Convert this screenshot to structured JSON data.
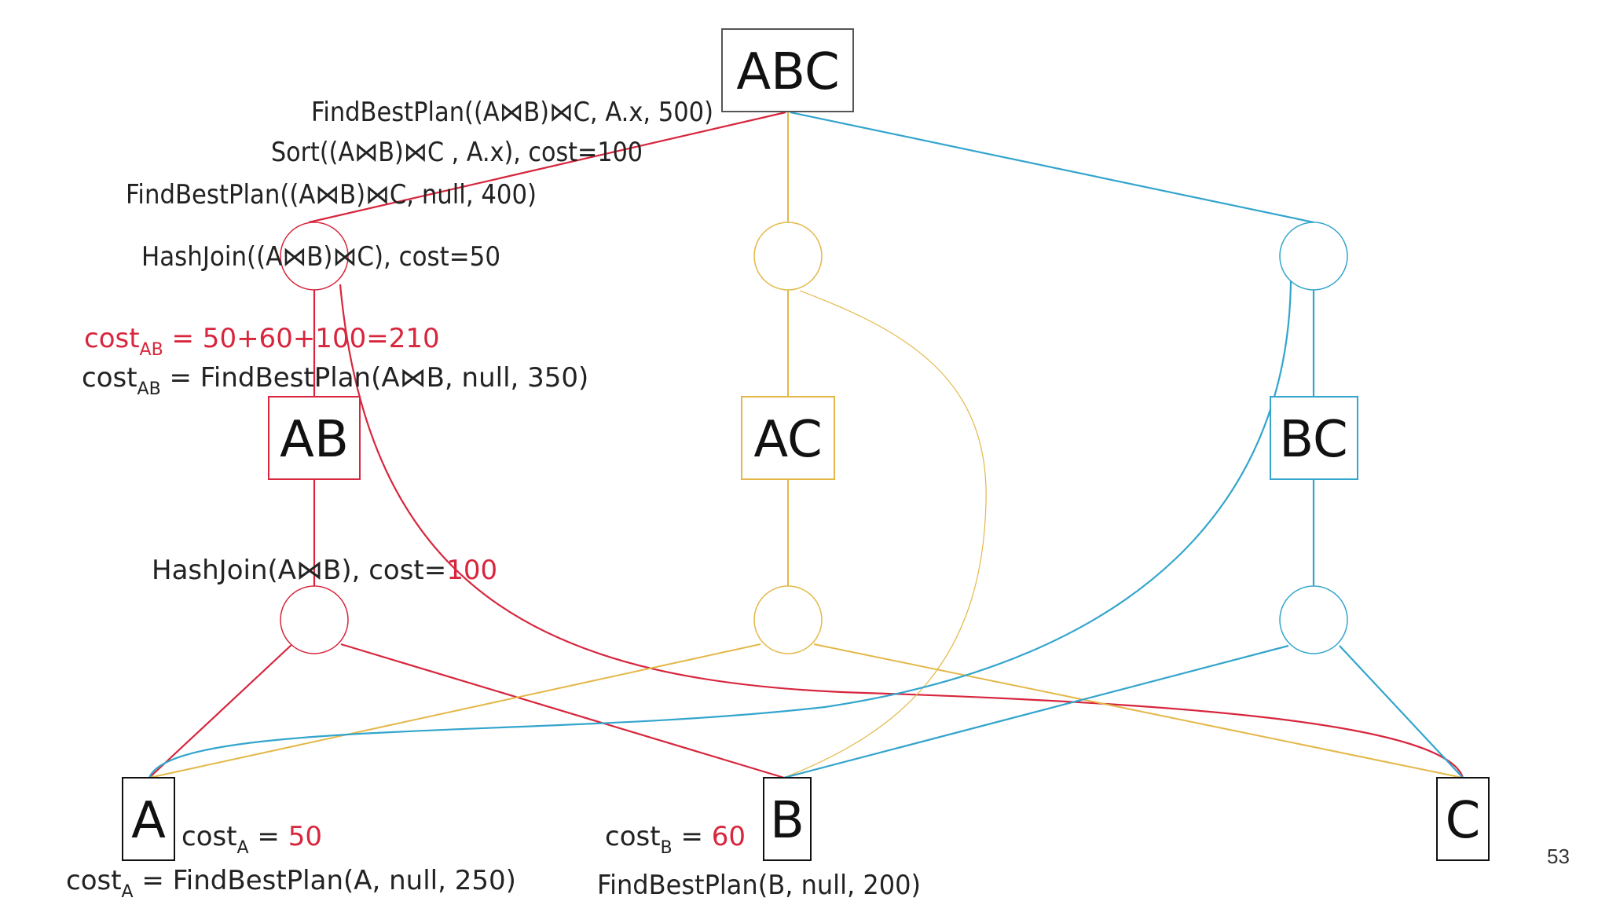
{
  "colors": {
    "red": "#d7263d",
    "yellow": "#e3b848",
    "blue": "#33a5cc",
    "text": "#222222"
  },
  "nodes": {
    "abc": "ABC",
    "ab": "AB",
    "ac": "AC",
    "bc": "BC",
    "a": "A",
    "b": "B",
    "c": "C"
  },
  "labels": {
    "find_abc_500": "FindBestPlan((A⋈B)⋈C, A.x, 500)",
    "sort": "Sort((A⋈B)⋈C , A.x), cost=100",
    "find_abc_400": "FindBestPlan((A⋈B)⋈C, null, 400)",
    "hashjoin_abc": "HashJoin((A⋈B)⋈C), cost=50",
    "cost_ab_sum": {
      "prefix": "cost",
      "sub": "AB",
      "text": " = 50+60+100=210"
    },
    "cost_ab_find": {
      "prefix": "cost",
      "sub": "AB",
      "text": " = FindBestPlan(A⋈B, null, 350)"
    },
    "hashjoin_ab": {
      "text": "HashJoin(A⋈B), cost=",
      "value": "100"
    },
    "cost_a": {
      "prefix": "cost",
      "sub": "A",
      "eq": " = ",
      "value": "50"
    },
    "cost_a_find": {
      "prefix": "cost",
      "sub": "A",
      "text": " = FindBestPlan(A, null, 250)"
    },
    "cost_b": {
      "prefix": "cost",
      "sub": "B",
      "eq": " = ",
      "value": "60"
    },
    "find_b": "FindBestPlan(B, null, 200)"
  },
  "page_number": "53"
}
